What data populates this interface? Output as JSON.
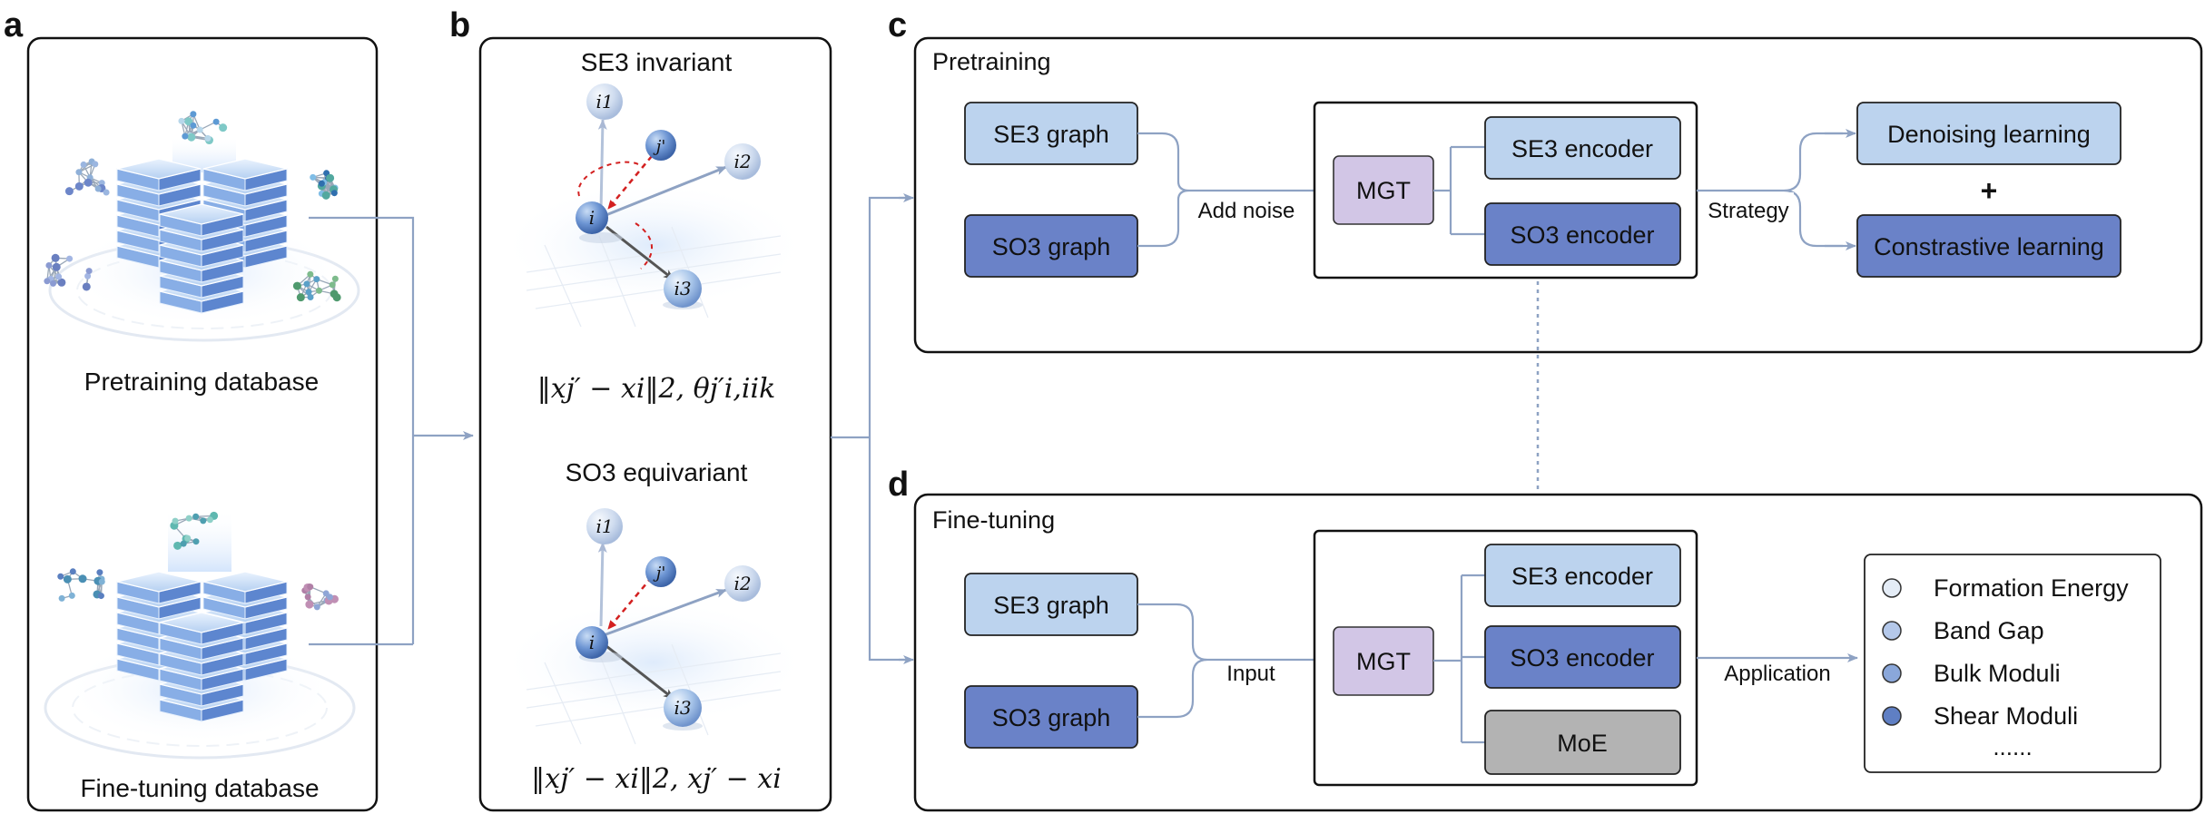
{
  "panel_letters": {
    "a": "a",
    "b": "b",
    "c": "c",
    "d": "d"
  },
  "panel_a": {
    "pretraining_label": "Pretraining database",
    "finetuning_label": "Fine-tuning database"
  },
  "panel_b": {
    "se3_title": "SE3 invariant",
    "so3_title": "SO3 equivariant",
    "nodes": {
      "i": "i",
      "j": "j'",
      "i1": "i1",
      "i2": "i2",
      "i3": "i3"
    },
    "se3_formula": "‖xj′ − xi‖2, θj′i,iik",
    "so3_formula": "‖xj′ − xi‖2, xj′ − xi"
  },
  "panel_c": {
    "title": "Pretraining",
    "se3_graph": "SE3 graph",
    "so3_graph": "SO3 graph",
    "add_noise": "Add noise",
    "mgt": "MGT",
    "se3_encoder": "SE3 encoder",
    "so3_encoder": "SO3 encoder",
    "strategy": "Strategy",
    "denoising": "Denoising learning",
    "plus": "+",
    "contrastive": "Constrastive learning"
  },
  "panel_d": {
    "title": "Fine-tuning",
    "se3_graph": "SE3 graph",
    "so3_graph": "SO3 graph",
    "input": "Input",
    "mgt": "MGT",
    "se3_encoder": "SE3 encoder",
    "so3_encoder": "SO3 encoder",
    "moe": "MoE",
    "application": "Application",
    "properties": [
      "Formation Energy",
      "Band Gap",
      "Bulk Moduli",
      "Shear Moduli"
    ],
    "ellipsis": "......"
  },
  "colors": {
    "light_blue": "#bcd3ee",
    "dark_blue": "#6a82c8",
    "lavender": "#d2c6e6",
    "gray": "#b3b3b3",
    "connector": "#8ea2c3"
  }
}
